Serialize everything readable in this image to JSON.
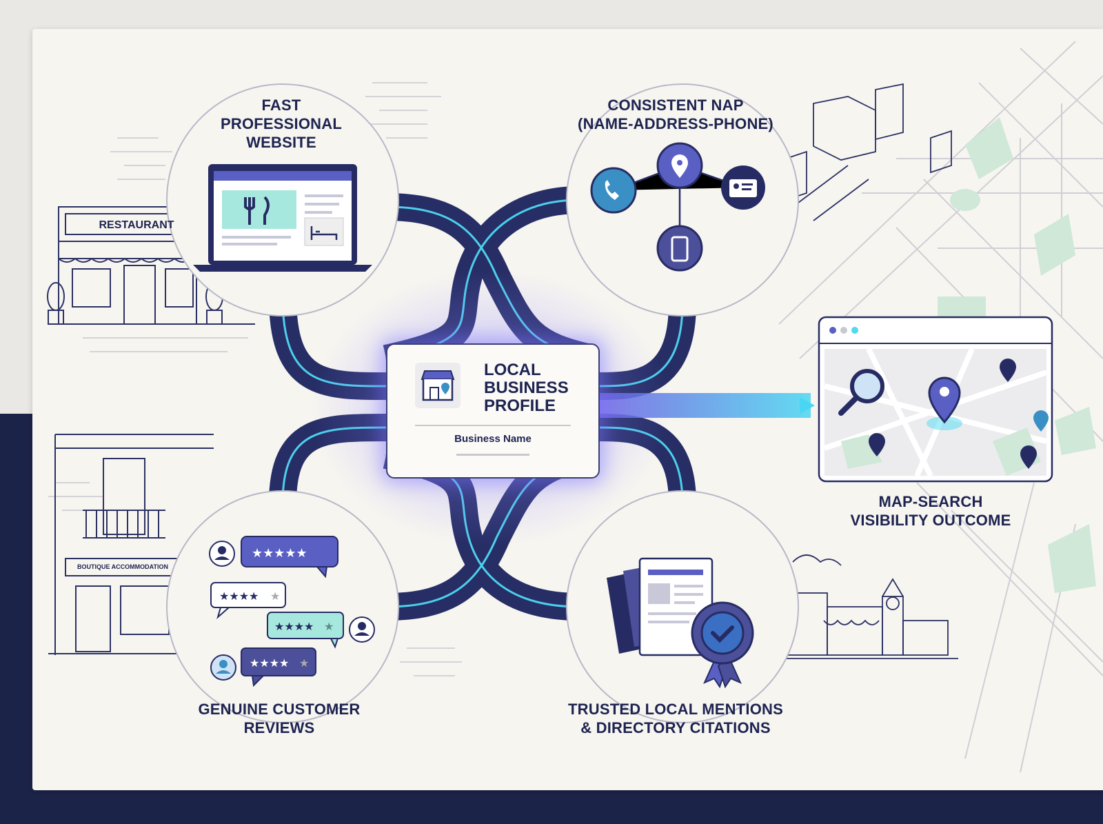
{
  "center": {
    "title_line1": "LOCAL",
    "title_line2": "BUSINESS",
    "title_line3": "PROFILE",
    "subtitle": "Business Name"
  },
  "nodes": {
    "website": {
      "line1": "FAST",
      "line2": "PROFESSIONAL",
      "line3": "WEBSITE"
    },
    "nap": {
      "line1": "CONSISTENT NAP",
      "line2": "(NAME-ADDRESS-PHONE)"
    },
    "reviews": {
      "line1": "GENUINE CUSTOMER",
      "line2": "REVIEWS"
    },
    "citations": {
      "line1": "TRUSTED LOCAL MENTIONS",
      "line2": "& DIRECTORY CITATIONS"
    },
    "outcome": {
      "line1": "MAP-SEARCH",
      "line2": "VISIBILITY OUTCOME"
    }
  },
  "storefronts": {
    "restaurant_sign": "RESTAURANT",
    "boutique_sign": "BOUTIQUE ACCOMMODATION"
  },
  "icons": [
    "laptop-icon",
    "fork-knife-icon",
    "bed-icon",
    "phone-icon",
    "location-pin-icon",
    "id-card-icon",
    "mobile-icon",
    "storefront-icon",
    "magnifier-icon",
    "star-rating-icon",
    "user-avatar-icon",
    "document-icon",
    "badge-check-icon",
    "clock-tower-icon"
  ],
  "colors": {
    "navy": "#1d2350",
    "road": "#272e66",
    "glow": "#4fd9f2",
    "accent_purple": "#5a5fc4",
    "mint": "#a7e8de",
    "map_green": "#cfe8d8"
  }
}
